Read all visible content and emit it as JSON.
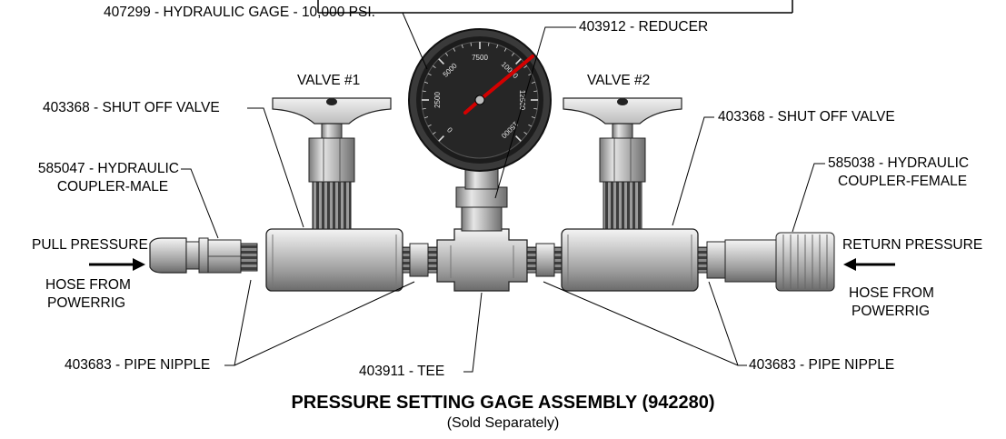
{
  "labels": {
    "gage": "407299 - HYDRAULIC GAGE - 10,000 PSI.",
    "reducer": "403912 - REDUCER",
    "valve1": "VALVE #1",
    "valve2": "VALVE #2",
    "shutoff_left": "403368 - SHUT OFF VALVE",
    "shutoff_right": "403368 - SHUT OFF VALVE",
    "coupler_male_line1": "585047 - HYDRAULIC",
    "coupler_male_line2": "COUPLER-MALE",
    "coupler_female_line1": "585038 - HYDRAULIC",
    "coupler_female_line2": "COUPLER-FEMALE",
    "pull_pressure": "PULL PRESSURE",
    "return_pressure": "RETURN PRESSURE",
    "hose_left_line1": "HOSE FROM",
    "hose_left_line2": "POWERRIG",
    "hose_right_line1": "HOSE FROM",
    "hose_right_line2": "POWERRIG",
    "nipple_left": "403683 - PIPE NIPPLE",
    "nipple_right": "403683 - PIPE NIPPLE",
    "tee": "403911 - TEE"
  },
  "gauge": {
    "scale_labels": [
      "0",
      "2500",
      "5000",
      "7500",
      "10000",
      "12500",
      "15000"
    ]
  },
  "title": "PRESSURE SETTING GAGE ASSEMBLY (942280)",
  "subtitle": "(Sold Separately)",
  "colors": {
    "metal_light": "#d9d9d9",
    "metal_mid": "#a6a6a6",
    "metal_dark": "#5a5a5a",
    "needle": "#d40000"
  }
}
